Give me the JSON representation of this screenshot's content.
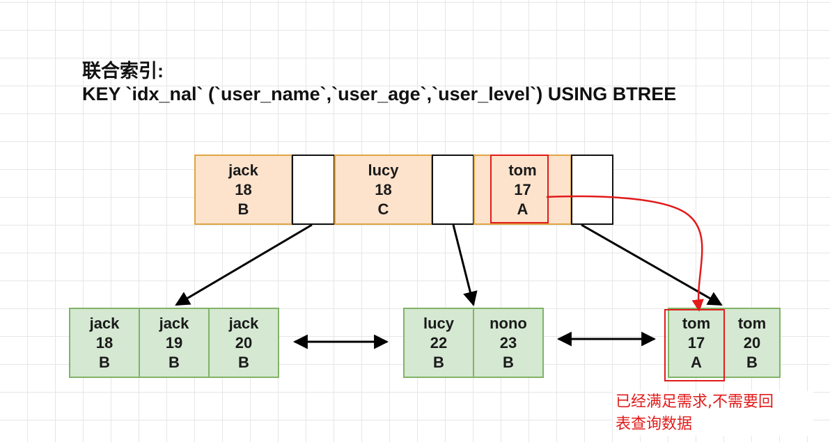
{
  "title": {
    "line1": "联合索引:",
    "line2": "KEY `idx_nal` (`user_name`,`user_age`,`user_level`) USING BTREE"
  },
  "root": {
    "keys": [
      {
        "name": "jack",
        "age": "18",
        "level": "B"
      },
      {
        "name": "lucy",
        "age": "18",
        "level": "C"
      },
      {
        "name": "tom",
        "age": "17",
        "level": "A"
      }
    ]
  },
  "leaves": {
    "left": [
      {
        "name": "jack",
        "age": "18",
        "level": "B"
      },
      {
        "name": "jack",
        "age": "19",
        "level": "B"
      },
      {
        "name": "jack",
        "age": "20",
        "level": "B"
      }
    ],
    "middle": [
      {
        "name": "lucy",
        "age": "22",
        "level": "B"
      },
      {
        "name": "nono",
        "age": "23",
        "level": "B"
      }
    ],
    "right": [
      {
        "name": "tom",
        "age": "17",
        "level": "A"
      },
      {
        "name": "tom",
        "age": "20",
        "level": "B"
      }
    ]
  },
  "note": {
    "line1": "已经满足需求,不需要回",
    "line2": "表查询数据"
  },
  "colors": {
    "root_fill": "#fde3cc",
    "root_border": "#dfa543",
    "leaf_fill": "#d4e8d2",
    "leaf_border": "#81b366",
    "highlight": "#e21a1a"
  }
}
